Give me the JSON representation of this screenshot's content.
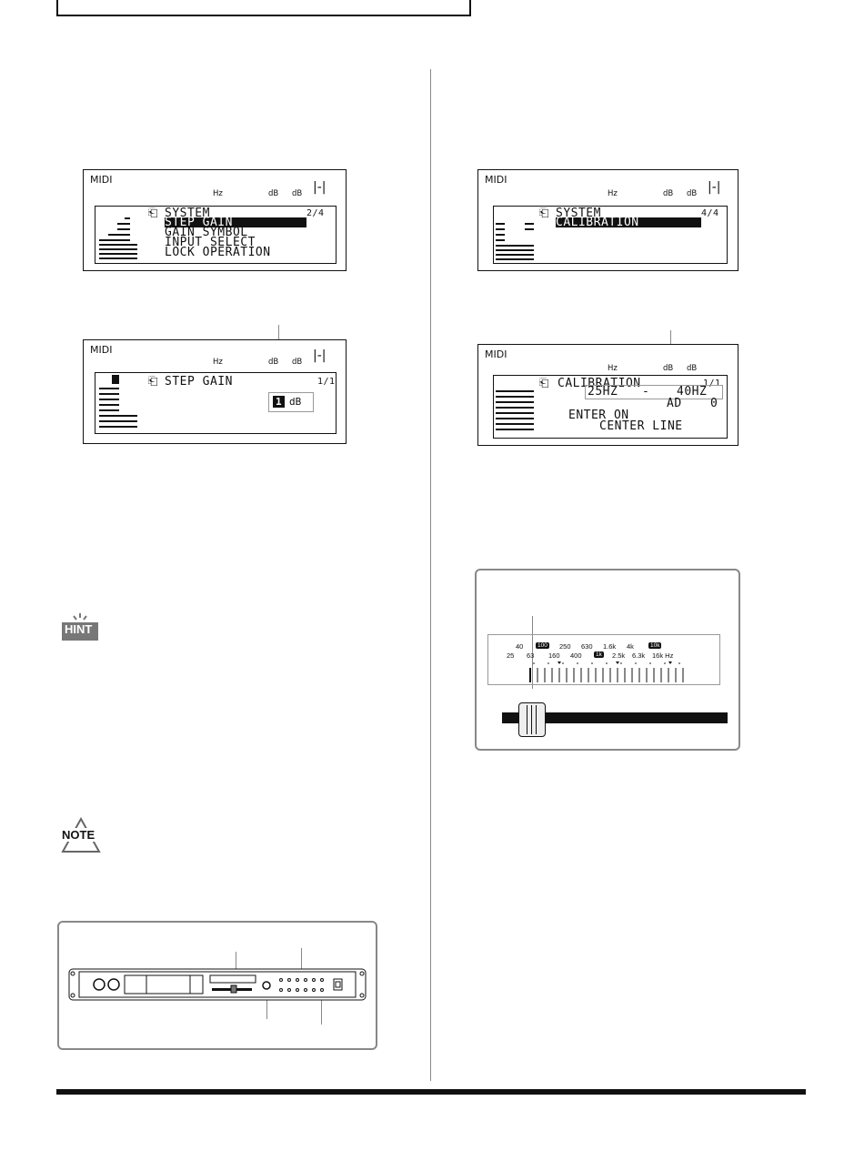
{
  "lcd_common": {
    "midi": "MIDI",
    "hz": "Hz",
    "db1": "dB",
    "db2": "dB",
    "seg": "|-|"
  },
  "lcd1": {
    "title": "SYSTEM",
    "page": "2/4",
    "items": [
      "STEP GAIN",
      "GAIN SYMBOL",
      "INPUT SELECT",
      "LOCK OPERATION"
    ]
  },
  "lcd2": {
    "title": "STEP GAIN",
    "page": "1/1",
    "value": "1",
    "unit": "dB"
  },
  "lcd3": {
    "title": "SYSTEM",
    "page": "4/4",
    "item": "CALIBRATION"
  },
  "lcd4": {
    "title": "CALIBRATION",
    "page": "1/1",
    "range_from": "25HZ",
    "range_sep": "-",
    "range_to": "40HZ",
    "ad_label": "AD",
    "ad_value": "0",
    "line1": "ENTER ON",
    "line2": "CENTER LINE"
  },
  "hint": {
    "label": "HINT"
  },
  "note": {
    "label": "NOTE"
  },
  "fader": {
    "row1": [
      "40",
      "100",
      "250",
      "630",
      "1.6k",
      "4k",
      "10k"
    ],
    "row2": [
      "25",
      "63",
      "160",
      "400",
      "1k",
      "2.5k",
      "6.3k",
      "16k Hz"
    ]
  }
}
